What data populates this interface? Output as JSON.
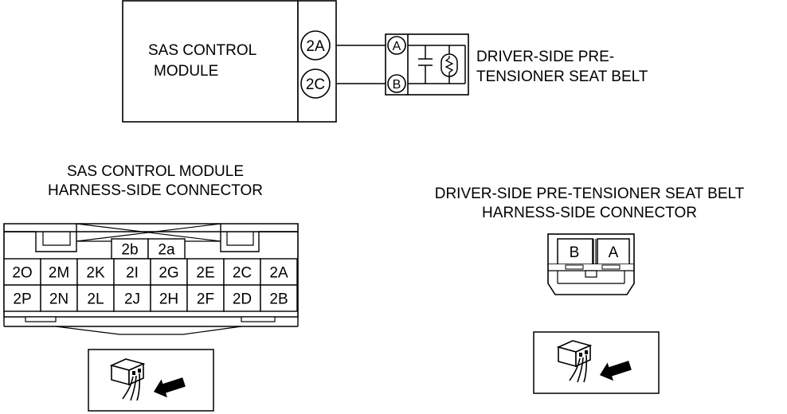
{
  "wiring": {
    "module_label_line1": "SAS CONTROL",
    "module_label_line2": "MODULE",
    "pin_2a": "2A",
    "pin_2c": "2C",
    "belt_pin_a": "A",
    "belt_pin_b": "B",
    "belt_label_line1": "DRIVER-SIDE PRE-",
    "belt_label_line2": "TENSIONER SEAT BELT"
  },
  "sas_connector": {
    "title_line1": "SAS CONTROL MODULE",
    "title_line2": "HARNESS-SIDE CONNECTOR",
    "top_pins": [
      "2b",
      "2a"
    ],
    "row1": [
      "2O",
      "2M",
      "2K",
      "2I",
      "2G",
      "2E",
      "2C",
      "2A"
    ],
    "row2": [
      "2P",
      "2N",
      "2L",
      "2J",
      "2H",
      "2F",
      "2D",
      "2B"
    ]
  },
  "belt_connector": {
    "title_line1": "DRIVER-SIDE PRE-TENSIONER SEAT BELT",
    "title_line2": "HARNESS-SIDE CONNECTOR",
    "pins": [
      "B",
      "A"
    ]
  },
  "icons": [
    "connector-plug-icon",
    "insert-arrow-icon"
  ]
}
